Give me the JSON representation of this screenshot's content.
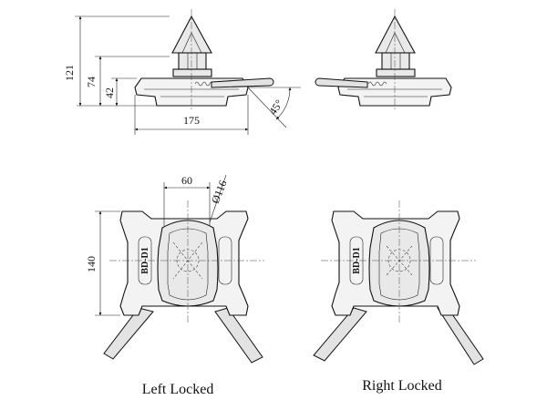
{
  "side_view": {
    "dim_121": "121",
    "dim_74": "74",
    "dim_42": "42",
    "dim_175": "175",
    "dim_45": "45°"
  },
  "top_view": {
    "dim_60": "60",
    "dim_116": "Ø116",
    "dim_140": "140",
    "stamp_left": "BD-D1",
    "stamp_right": "BD-D1"
  },
  "captions": {
    "left": "Left Locked",
    "right": "Right Locked"
  }
}
